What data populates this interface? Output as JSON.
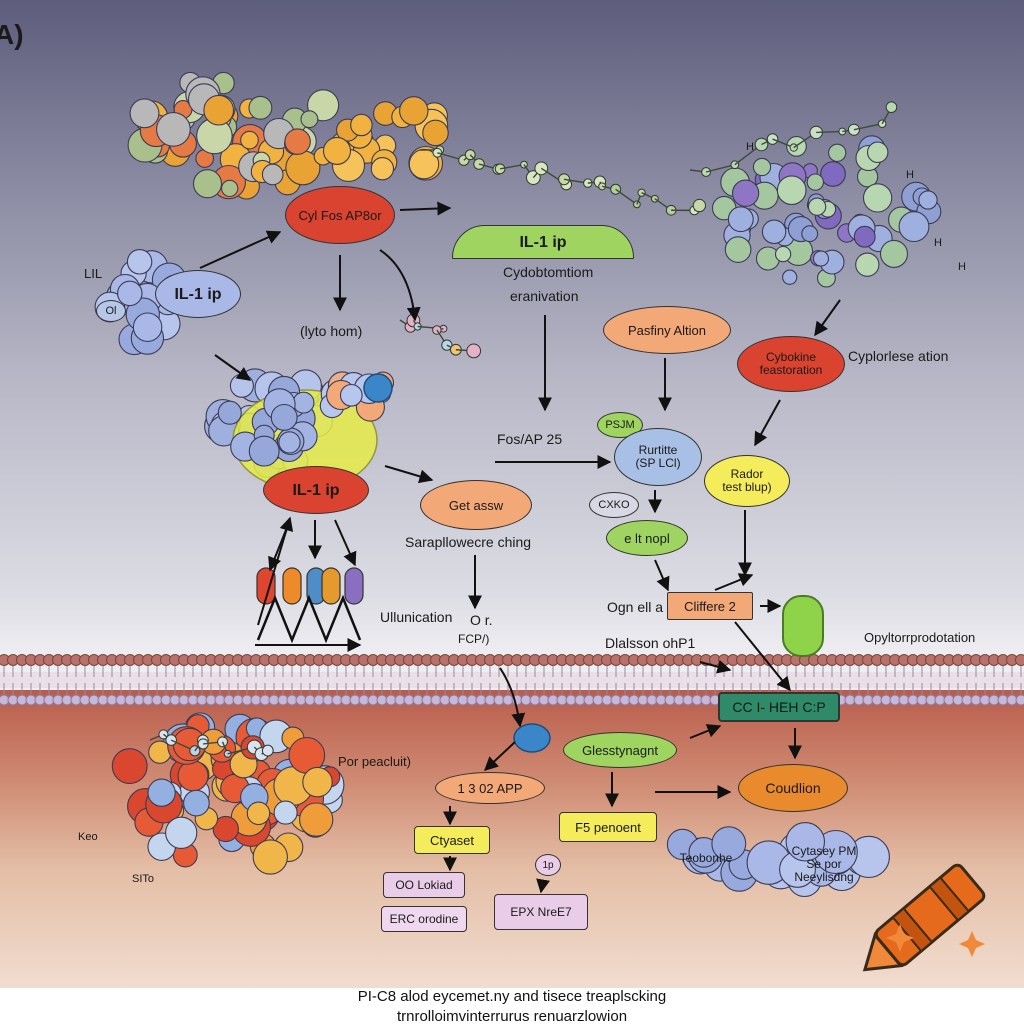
{
  "panel_letter": "A)",
  "labels": {
    "l_lil": "LIL",
    "l_lyto": "(lyto hom)",
    "l_cydo": "Cydobtomtiom",
    "l_eran": "eranivation",
    "l_fosap": "Fos/AP 25",
    "l_cyplat": "Cyplorlese ation",
    "l_sarap": "Sarapllowecre ching",
    "l_ullun": "Ullunication",
    "l_or": "O r.",
    "l_fcp": "FCP/)",
    "l_ogn": "Ogn ell a",
    "l_dials": "Dlalsson ohP1",
    "l_opyl": "Opyltorrprodotation",
    "l_porp": "Por peacluit)",
    "l_keo": "Keo",
    "l_sito": "SITo",
    "h_h": "H",
    "h_h2": "H",
    "h_h3": "H",
    "h_h4": "H"
  },
  "nodes": {
    "il1_top_left": "IL-1 ip",
    "ol": "Ol",
    "cyl_fos": "Cyl Fos AP8or",
    "il1_green": "IL-1 ip",
    "il1_red": "IL-1 ip",
    "gene_assay": "Get assw",
    "pathway_action": "Pasfiny Altion",
    "cytokine_release": "Cybokine\nfeastoration",
    "psn": "PSJM",
    "rurtitte": "Rurtitte\n(SP LCl)",
    "radar": "Rador\ntest blup)",
    "cxko": "CXKO",
    "e_it_nopl": "e lt nopl",
    "cliffere_2": "Cliffere 2",
    "ccl": "CC I- HEH C:P",
    "glesstyn": "Glesstynagnt",
    "app_1302": "1 3 02 APP",
    "coudlion": "Coudlion",
    "ctyaset": "Ctyaset",
    "f5_penent": "F5 penoent",
    "oo_lokad": "OO Lokiad",
    "erc_orodine": "ERC orodine",
    "epx_nre": "EPX NreE7",
    "teobonhe": "Teobonhe",
    "cytase_pm": "Cytasey PM\nSe por\nNeeylisdng",
    "ip_small": "1p"
  },
  "caption": {
    "line1": "PI-C8 alod eycemet.ny and tisece treaplscking",
    "line2": "trnrolloimvinterrurus renuarzlowion"
  },
  "colors": {
    "red_node": "#d9432f",
    "orange_node": "#f2a877",
    "green_node": "#9fd460",
    "yellow_node": "#f4ec5a",
    "blue_node": "#a9c0e6",
    "purple_node": "#e8cce8",
    "teal_rect": "#2f8a6a",
    "crayon": "#e66a1c"
  }
}
